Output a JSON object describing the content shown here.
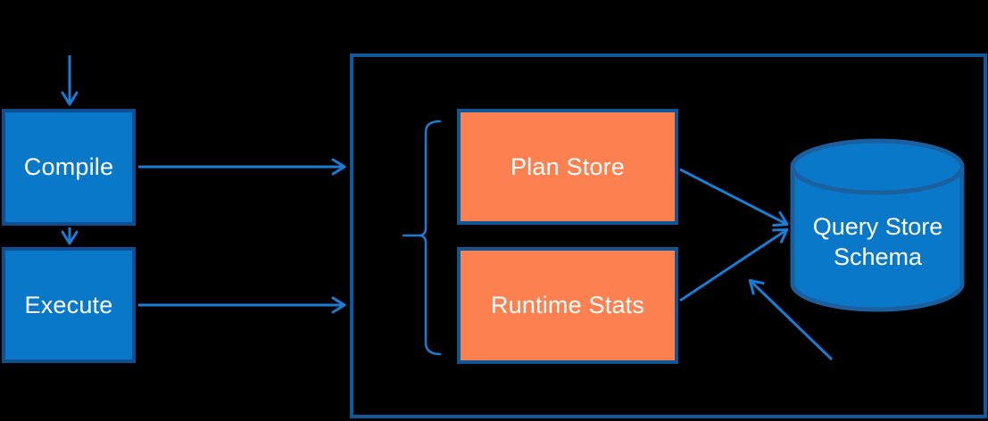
{
  "page": {
    "background": "#000000"
  },
  "diagram": {
    "type": "flow",
    "nodes": {
      "compile": {
        "label": "Compile",
        "shape": "rect"
      },
      "execute": {
        "label": "Execute",
        "shape": "rect"
      },
      "plan_store": {
        "label": "Plan Store",
        "shape": "rect"
      },
      "runtime_stats": {
        "label": "Runtime Stats",
        "shape": "rect"
      },
      "query_store_schema": {
        "label": "Query Store Schema",
        "shape": "cylinder"
      },
      "query_store_container": {
        "label": "",
        "shape": "outlined-container"
      }
    },
    "edges": [
      {
        "from": "input-top",
        "to": "compile"
      },
      {
        "from": "compile",
        "to": "execute"
      },
      {
        "from": "compile",
        "to": "query_store_container"
      },
      {
        "from": "execute",
        "to": "query_store_container"
      },
      {
        "from": "plan_store",
        "to": "query_store_schema"
      },
      {
        "from": "runtime_stats",
        "to": "query_store_schema"
      },
      {
        "from": "bottom-right-inside-container",
        "to": "query_store_schema"
      }
    ],
    "annotations": [
      {
        "type": "brace",
        "groups": [
          "plan_store",
          "runtime_stats"
        ]
      }
    ],
    "colors": {
      "blue_node_fill": "#0a78c8",
      "blue_node_border": "#0d4f90",
      "orange_node_fill": "#fc8050",
      "orange_node_border": "#0e5694",
      "container_border": "#0f5899",
      "cylinder_fill": "#0a78c8",
      "cylinder_border": "#1c5f9f",
      "arrow": "#1b7cd3",
      "text": "#ffffff",
      "background": "#000000"
    }
  }
}
